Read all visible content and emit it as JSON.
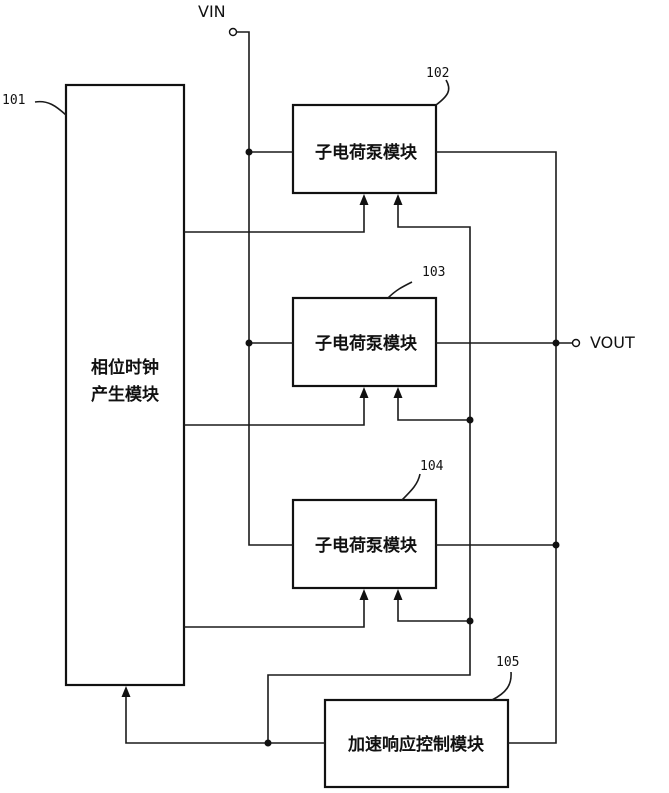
{
  "terminals": {
    "vin": "VIN",
    "vout": "VOUT"
  },
  "modules": {
    "phase_clock": {
      "line1": "相位时钟",
      "line2": "产生模块",
      "ref": "101"
    },
    "pump1": {
      "label": "子电荷泵模块",
      "ref": "102"
    },
    "pump2": {
      "label": "子电荷泵模块",
      "ref": "103"
    },
    "pump3": {
      "label": "子电荷泵模块",
      "ref": "104"
    },
    "accel": {
      "label": "加速响应控制模块",
      "ref": "105"
    }
  }
}
